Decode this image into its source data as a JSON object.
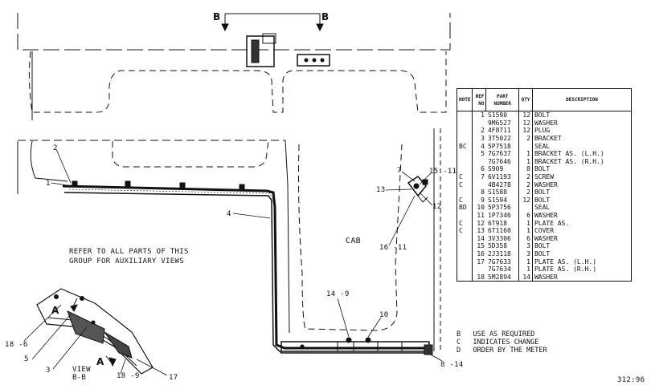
{
  "section_markers": {
    "left": "B",
    "right": "B"
  },
  "cab_label": "CAB",
  "refer_note": [
    "REFER TO ALL PARTS OF THIS",
    "GROUP FOR AUXILIARY VIEWS"
  ],
  "view_caption": [
    "VIEW",
    "B-B"
  ],
  "view_markers": [
    "A",
    "A"
  ],
  "callouts": {
    "c1": "1",
    "c2": "2",
    "c3": "3",
    "c4": "4",
    "c5": "5",
    "c6": "7",
    "c7": "13",
    "c8": "15 -11",
    "c9": "12",
    "c10": "16 -11",
    "c11": "14 -9",
    "c12": "10",
    "c13": "8 -14",
    "c14": "18 -6",
    "c15": "18 -9",
    "c16": "17"
  },
  "table": {
    "headers": {
      "note": "NOTE",
      "ref": "REF NO",
      "part": "PART NUMBER",
      "qty": "QTY",
      "desc": "DESCRIPTION"
    },
    "rows": [
      {
        "note": "",
        "ref": "1",
        "part": "S1590",
        "qty": "12",
        "desc": "BOLT"
      },
      {
        "note": "",
        "ref": "",
        "part": "9M6527",
        "qty": "12",
        "desc": "WASHER"
      },
      {
        "note": "",
        "ref": "2",
        "part": "4F8711",
        "qty": "12",
        "desc": "PLUG"
      },
      {
        "note": "",
        "ref": "3",
        "part": "3T5022",
        "qty": "2",
        "desc": "BRACKET"
      },
      {
        "note": "BC",
        "ref": "4",
        "part": "5P7518",
        "qty": "",
        "desc": "SEAL"
      },
      {
        "note": "",
        "ref": "5",
        "part": "7G7637",
        "qty": "1",
        "desc": "BRACKET AS. (L.H.)"
      },
      {
        "note": "",
        "ref": "",
        "part": "7G7646",
        "qty": "1",
        "desc": "BRACKET AS. (R.H.)"
      },
      {
        "note": "",
        "ref": "6",
        "part": "S909",
        "qty": "8",
        "desc": "BOLT"
      },
      {
        "note": "C",
        "ref": "7",
        "part": "6V1193",
        "qty": "2",
        "desc": "SCREW"
      },
      {
        "note": "C",
        "ref": "",
        "part": "4B4278",
        "qty": "2",
        "desc": "WASHER"
      },
      {
        "note": "",
        "ref": "8",
        "part": "S1588",
        "qty": "2",
        "desc": "BOLT"
      },
      {
        "note": "C",
        "ref": "9",
        "part": "S1594",
        "qty": "12",
        "desc": "BOLT"
      },
      {
        "note": "BD",
        "ref": "10",
        "part": "5P3756",
        "qty": "",
        "desc": "SEAL"
      },
      {
        "note": "",
        "ref": "11",
        "part": "1P7346",
        "qty": "6",
        "desc": "WASHER"
      },
      {
        "note": "C",
        "ref": "12",
        "part": "6T918",
        "qty": "1",
        "desc": "PLATE AS."
      },
      {
        "note": "C",
        "ref": "13",
        "part": "6T1160",
        "qty": "1",
        "desc": "COVER"
      },
      {
        "note": "",
        "ref": "14",
        "part": "3V3306",
        "qty": "6",
        "desc": "WASHER"
      },
      {
        "note": "",
        "ref": "15",
        "part": "5D358",
        "qty": "3",
        "desc": "BOLT"
      },
      {
        "note": "",
        "ref": "16",
        "part": "2J3118",
        "qty": "3",
        "desc": "BOLT"
      },
      {
        "note": "",
        "ref": "17",
        "part": "7G7633",
        "qty": "1",
        "desc": "PLATE AS. (L.H.)"
      },
      {
        "note": "",
        "ref": "",
        "part": "7G7634",
        "qty": "1",
        "desc": "PLATE AS. (R.H.)"
      },
      {
        "note": "",
        "ref": "18",
        "part": "5M2894",
        "qty": "14",
        "desc": "WASHER"
      }
    ]
  },
  "legend": [
    "B   USE AS REQUIRED",
    "C   INDICATES CHANGE",
    "D   ORDER BY THE METER"
  ],
  "page_number": "312:96"
}
